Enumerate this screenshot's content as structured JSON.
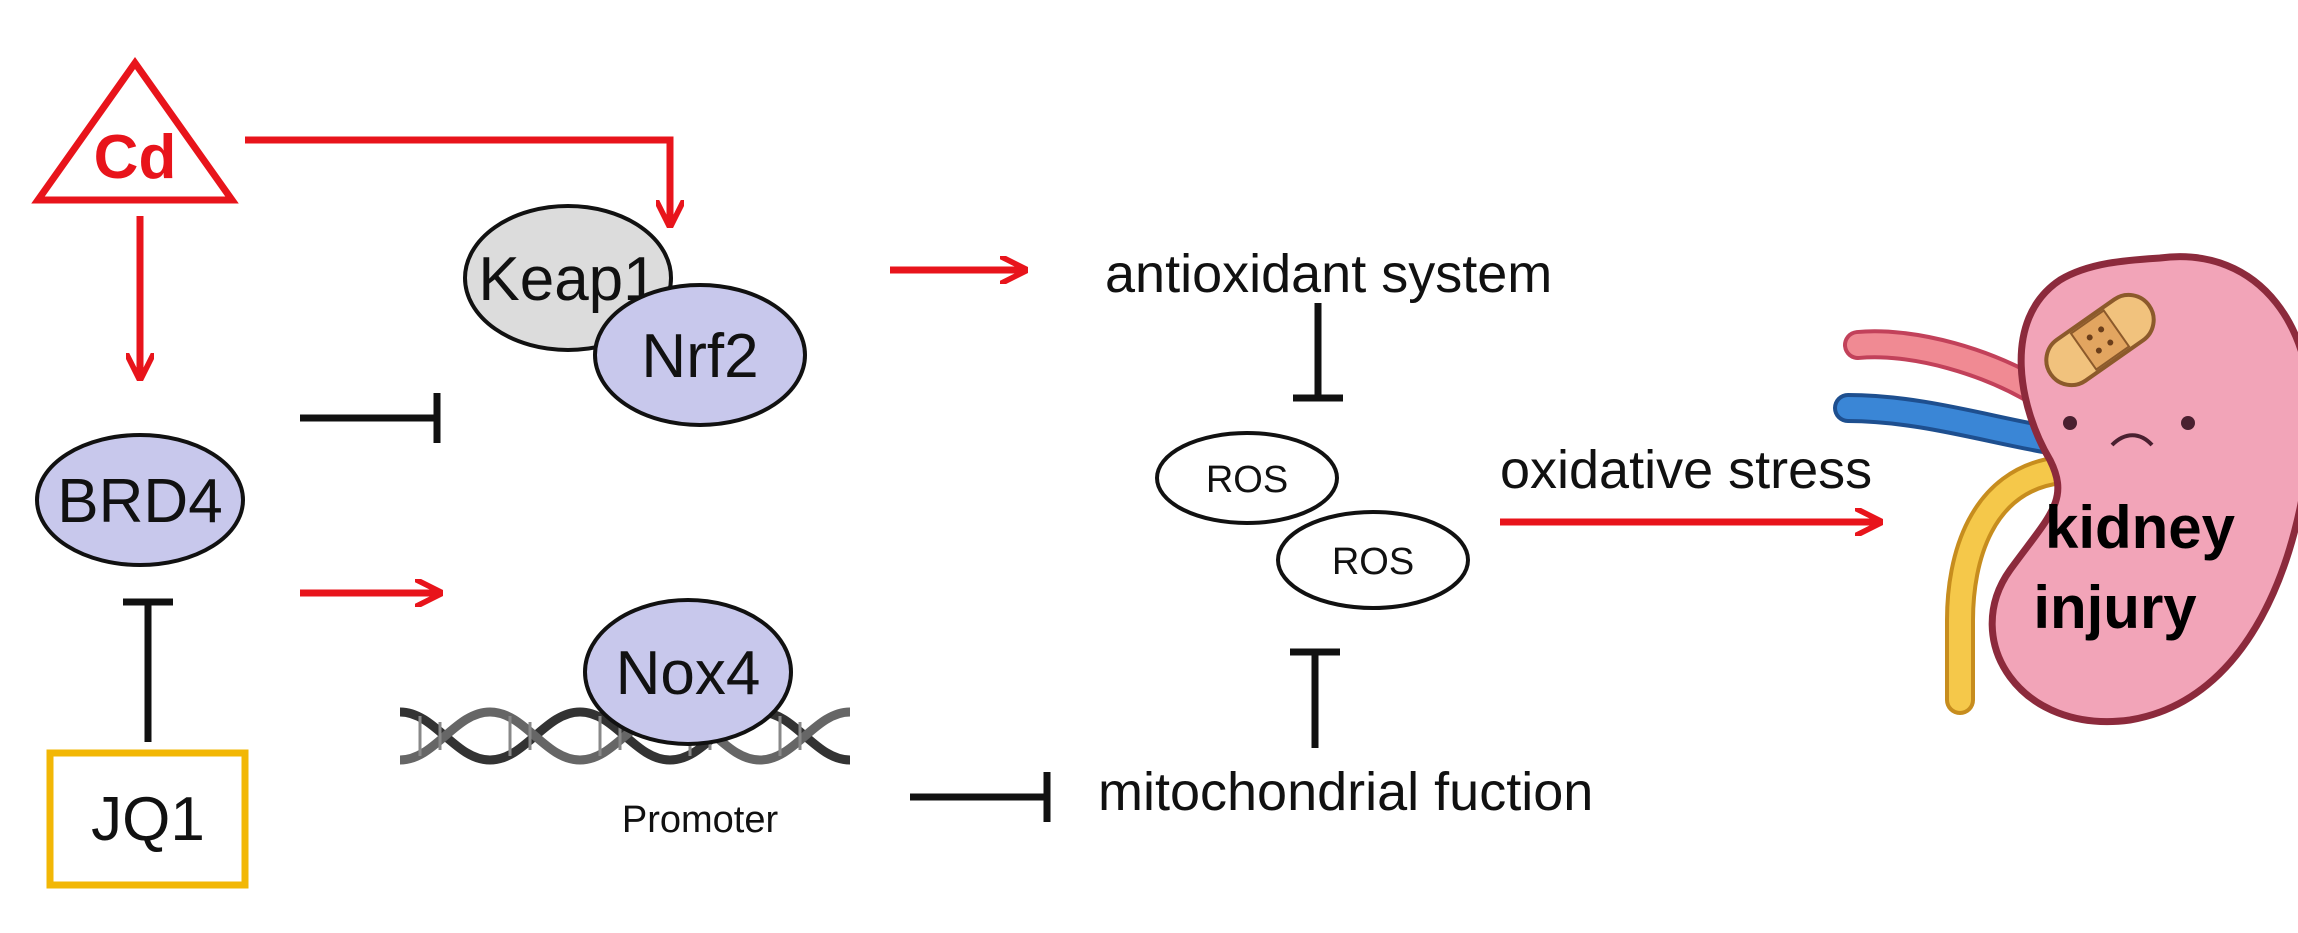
{
  "colors": {
    "activation": "#e8141b",
    "inhibition": "#111111",
    "protein_fill": "#c8c8ec",
    "keap_fill": "#dcdcdc",
    "jq1_border": "#f2b705",
    "kidney": "#f2a4b8"
  },
  "nodes": {
    "cd": "Cd",
    "brd4": "BRD4",
    "jq1": "JQ1",
    "keap1": "Keap1",
    "nrf2": "Nrf2",
    "nox4": "Nox4",
    "promoter": "Promoter",
    "antioxidant": "antioxidant system",
    "ros_1": "ROS",
    "ros_2": "ROS",
    "mito": "mitochondrial fuction",
    "oxidative": "oxidative stress",
    "kidney_line1": "kidney",
    "kidney_line2": "injury"
  },
  "edges": [
    {
      "from": "Cd",
      "to": "Nrf2",
      "type": "activation"
    },
    {
      "from": "Cd",
      "to": "BRD4",
      "type": "activation"
    },
    {
      "from": "BRD4",
      "to": "Keap1/Nrf2",
      "type": "inhibition"
    },
    {
      "from": "BRD4",
      "to": "Nox4",
      "type": "activation"
    },
    {
      "from": "JQ1",
      "to": "BRD4",
      "type": "inhibition"
    },
    {
      "from": "Keap1/Nrf2",
      "to": "antioxidant system",
      "type": "activation"
    },
    {
      "from": "antioxidant system",
      "to": "ROS",
      "type": "inhibition"
    },
    {
      "from": "Nox4",
      "to": "mitochondrial fuction",
      "type": "inhibition"
    },
    {
      "from": "mitochondrial fuction",
      "to": "ROS",
      "type": "inhibition"
    },
    {
      "from": "ROS",
      "to": "kidney injury",
      "type": "activation",
      "label": "oxidative stress"
    }
  ]
}
